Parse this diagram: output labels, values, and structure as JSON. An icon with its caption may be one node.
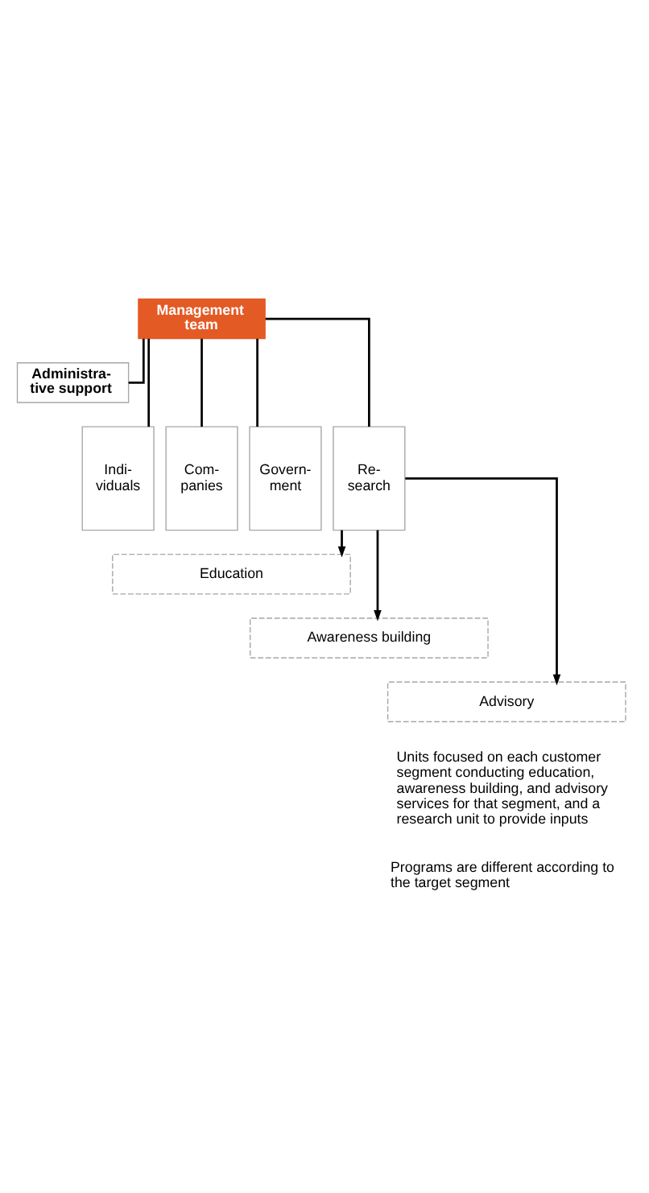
{
  "diagram": {
    "nodes": [
      {
        "text": [
          "Management team"
        ]
      },
      {
        "text": [
          "Administra- tive support"
        ]
      },
      {
        "text": [
          "Indi- viduals"
        ]
      },
      {
        "text": [
          "Com- panies"
        ]
      },
      {
        "text": [
          "Govern- ment"
        ]
      },
      {
        "text": [
          "Re- search"
        ]
      },
      {
        "text": [
          "Education"
        ]
      },
      {
        "text": [
          "Awareness building"
        ]
      },
      {
        "text": [
          "Advisory"
        ]
      }
    ],
    "edges": [
      {
        "from": 0,
        "to": 1,
        "arrow": "none"
      },
      {
        "from": 0,
        "to": 2,
        "arrow": "none"
      },
      {
        "from": 0,
        "to": 3,
        "arrow": "none"
      },
      {
        "from": 0,
        "to": 4,
        "arrow": "none"
      },
      {
        "from": 0,
        "to": 5,
        "arrow": "none"
      },
      {
        "from": 5,
        "to": 6,
        "arrow": "to"
      },
      {
        "from": 5,
        "to": 7,
        "arrow": "to"
      },
      {
        "from": 5,
        "to": 8,
        "arrow": "to"
      }
    ],
    "labels": [
      "Units focused on each customer segment conducting education, awareness building, and advisory services for that segment, and a research unit to provide inputs",
      "Programs are different according to the target segment"
    ]
  }
}
